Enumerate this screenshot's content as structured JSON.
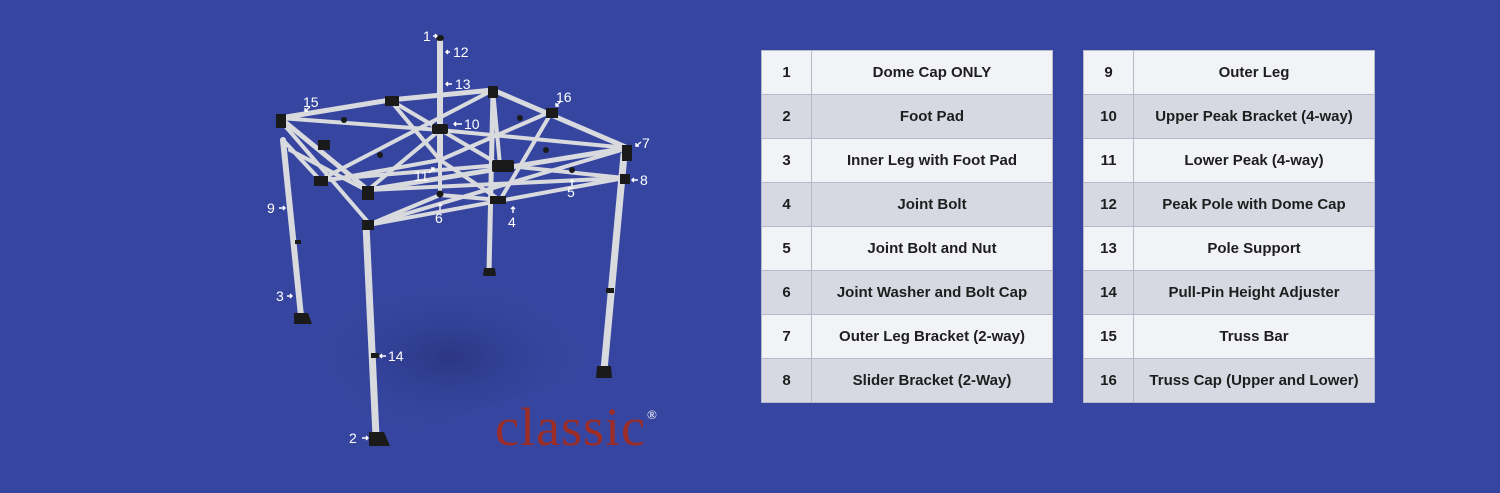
{
  "brand": {
    "name": "classic",
    "mark": "®"
  },
  "parts_left": [
    {
      "number": "1",
      "name": "Dome Cap ONLY"
    },
    {
      "number": "2",
      "name": "Foot Pad"
    },
    {
      "number": "3",
      "name": "Inner Leg with Foot Pad"
    },
    {
      "number": "4",
      "name": "Joint Bolt"
    },
    {
      "number": "5",
      "name": "Joint Bolt and Nut"
    },
    {
      "number": "6",
      "name": "Joint Washer and Bolt Cap"
    },
    {
      "number": "7",
      "name": "Outer Leg Bracket (2-way)"
    },
    {
      "number": "8",
      "name": "Slider Bracket (2-Way)"
    }
  ],
  "parts_right": [
    {
      "number": "9",
      "name": "Outer Leg"
    },
    {
      "number": "10",
      "name": "Upper Peak Bracket (4-way)"
    },
    {
      "number": "11",
      "name": "Lower Peak (4-way)"
    },
    {
      "number": "12",
      "name": "Peak Pole with Dome Cap"
    },
    {
      "number": "13",
      "name": "Pole Support"
    },
    {
      "number": "14",
      "name": "Pull-Pin Height Adjuster"
    },
    {
      "number": "15",
      "name": "Truss Bar"
    },
    {
      "number": "16",
      "name": "Truss Cap (Upper and Lower)"
    }
  ],
  "callouts": [
    "1",
    "2",
    "3",
    "4",
    "5",
    "6",
    "7",
    "8",
    "9",
    "10",
    "11",
    "12",
    "13",
    "14",
    "15",
    "16"
  ],
  "colors": {
    "background": "#3646a0",
    "brand": "#9c2d27",
    "frame": "#d8dade",
    "row_light": "#f2f3f6",
    "row_dark": "#d6d9e1"
  }
}
